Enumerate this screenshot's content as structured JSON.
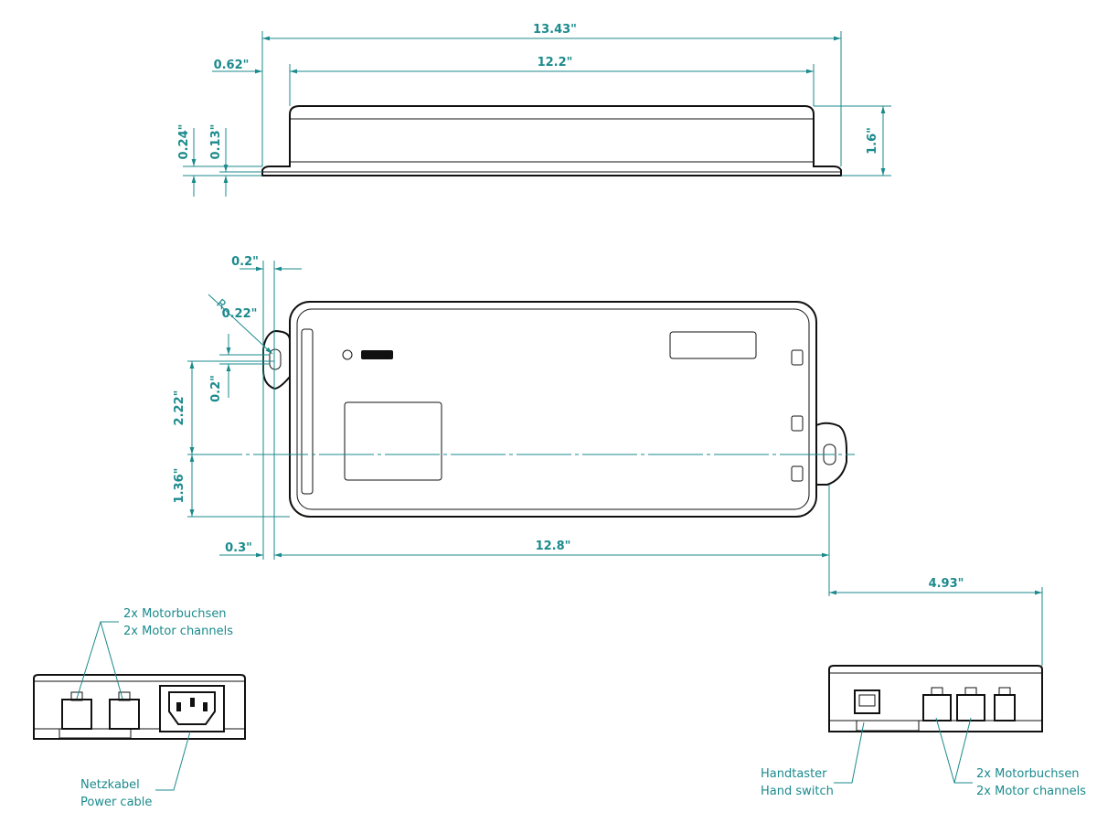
{
  "colors": {
    "dimension": "#1b8a8c",
    "outline": "#111111"
  },
  "side_view": {
    "overall_length": "13.43\"",
    "body_length": "12.2\"",
    "flange_offset": "0.62\"",
    "height": "1.6\"",
    "flange_height": "0.24\"",
    "flange_thickness": "0.13\""
  },
  "top_view": {
    "slot_width": "0.2\"",
    "radius_symbol": "R",
    "radius": "0.22\"",
    "slot_height": "0.2\"",
    "upper_offset": "2.22\"",
    "lower_offset": "1.36\"",
    "edge_offset": "0.3\"",
    "hole_spacing": "12.8\""
  },
  "end_view_right": {
    "width": "4.93\""
  },
  "callouts": {
    "left_motor_de": "2x Motorbuchsen",
    "left_motor_en": "2x Motor channels",
    "power_de": "Netzkabel",
    "power_en": "Power cable",
    "hand_de": "Handtaster",
    "hand_en": "Hand switch",
    "right_motor_de": "2x Motorbuchsen",
    "right_motor_en": "2x Motor channels"
  }
}
